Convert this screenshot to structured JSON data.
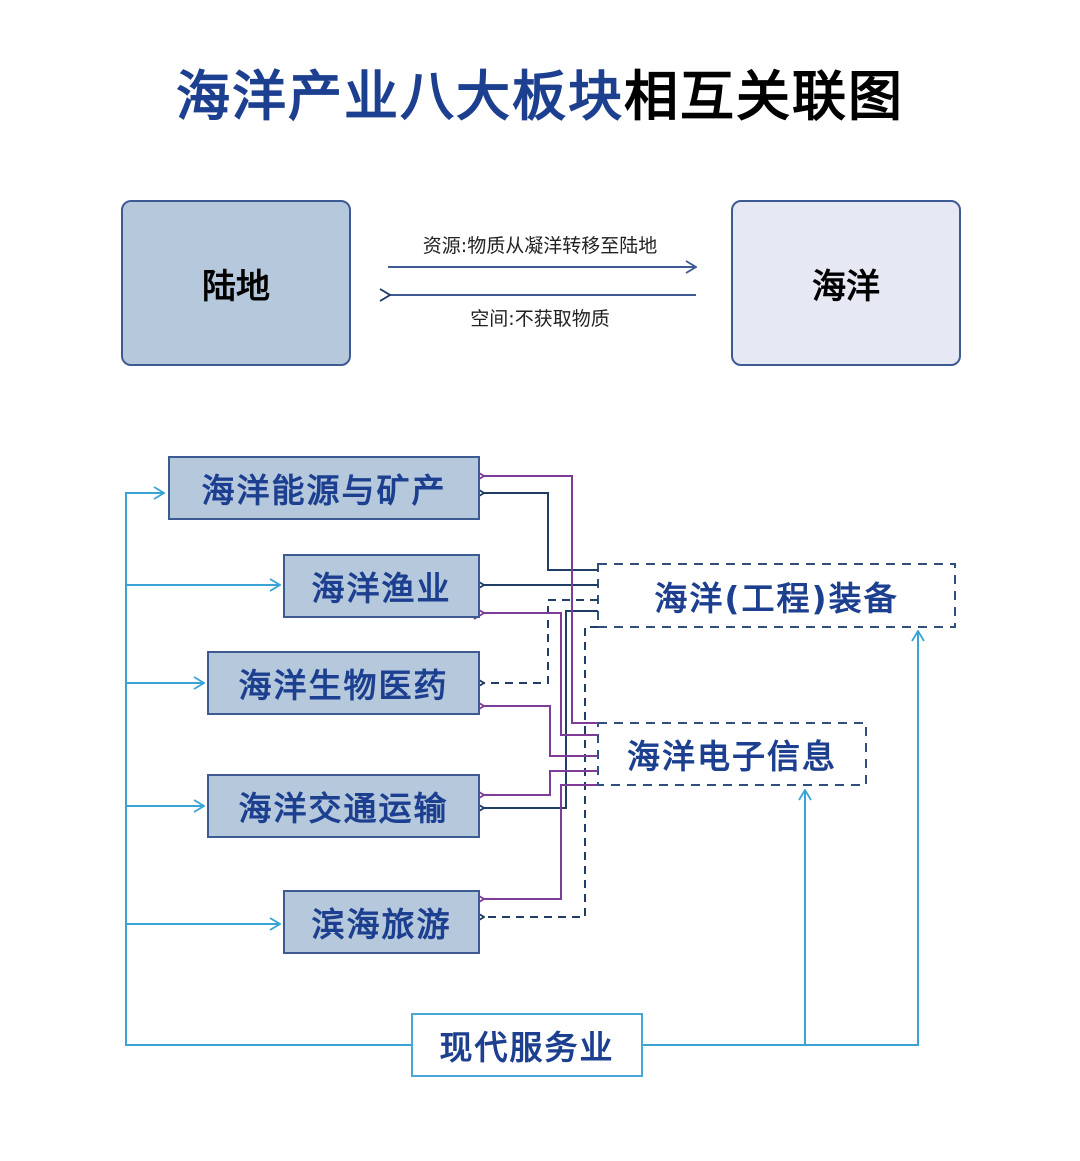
{
  "title": {
    "part_blue": "海洋产业八大板块",
    "part_black": "相互关联图"
  },
  "top": {
    "land": "陆地",
    "ocean": "海洋",
    "resource_label": "资源:物质从凝洋转移至陆地",
    "space_label": "空间:不获取物质"
  },
  "sectors": [
    {
      "label": "海洋能源与矿产"
    },
    {
      "label": "海洋渔业"
    },
    {
      "label": "海洋生物医药"
    },
    {
      "label": "海洋交通运输"
    },
    {
      "label": "滨海旅游"
    }
  ],
  "hubs": {
    "equipment": "海洋(工程)装备",
    "electronics": "海洋电子信息",
    "services": "现代服务业"
  },
  "colors": {
    "title_blue": "#1c3f8f",
    "box_fill": "#b6c8dc",
    "ocean_fill": "#e6e9f3",
    "box_border": "#3e5a93",
    "navy_line": "#1f3d66",
    "purple_line": "#7d3c98",
    "cyan_line": "#3aa3d6"
  }
}
